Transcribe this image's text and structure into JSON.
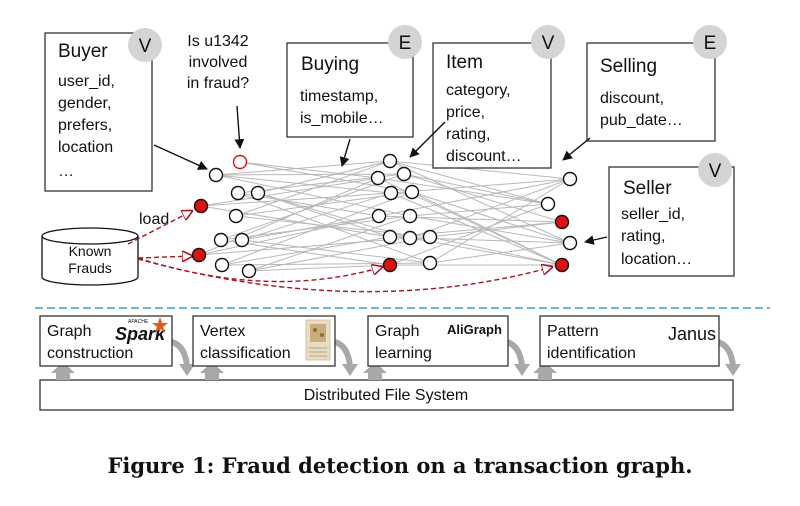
{
  "boxes": {
    "buyer": {
      "title": "Buyer",
      "badge": "V",
      "fields": [
        "user_id,",
        "gender,",
        "prefers,",
        "location",
        "…"
      ]
    },
    "buying": {
      "title": "Buying",
      "badge": "E",
      "fields": [
        "timestamp,",
        "is_mobile…"
      ]
    },
    "item": {
      "title": "Item",
      "badge": "V",
      "fields": [
        "category,",
        "price,",
        "rating,",
        "discount…"
      ]
    },
    "selling": {
      "title": "Selling",
      "badge": "E",
      "fields": [
        "discount,",
        "pub_date…"
      ]
    },
    "seller": {
      "title": "Seller",
      "badge": "V",
      "fields": [
        "seller_id,",
        "rating,",
        "location…"
      ]
    }
  },
  "question": [
    "Is u1342",
    "involved",
    "in fraud?"
  ],
  "known_frauds": {
    "line1": "Known",
    "line2": "Frauds",
    "load_label": "load"
  },
  "pipeline": {
    "stages": [
      {
        "label1": "Graph",
        "label2": "construction",
        "logo": "Spark",
        "logo_sup": "APACHE"
      },
      {
        "label1": "Vertex",
        "label2": "classification",
        "logo": "",
        "logo_sup": ""
      },
      {
        "label1": "Graph",
        "label2": "learning",
        "logo": "AliGraph",
        "logo_sup": ""
      },
      {
        "label1": "Pattern",
        "label2": "identification",
        "logo": "Janus",
        "logo_sup": ""
      }
    ],
    "dfs_label": "Distributed File System"
  },
  "caption": "Figure 1: Fraud detection on a transaction graph.",
  "colors": {
    "fraud": "#e01010",
    "edge": "#b8b8b8",
    "badge": "#d4d4d4",
    "divider": "#3a9be0",
    "arrow": "#999999",
    "aligraph": "#e8524a",
    "janus": "#3aa89a",
    "spark": "#e25a1c"
  }
}
